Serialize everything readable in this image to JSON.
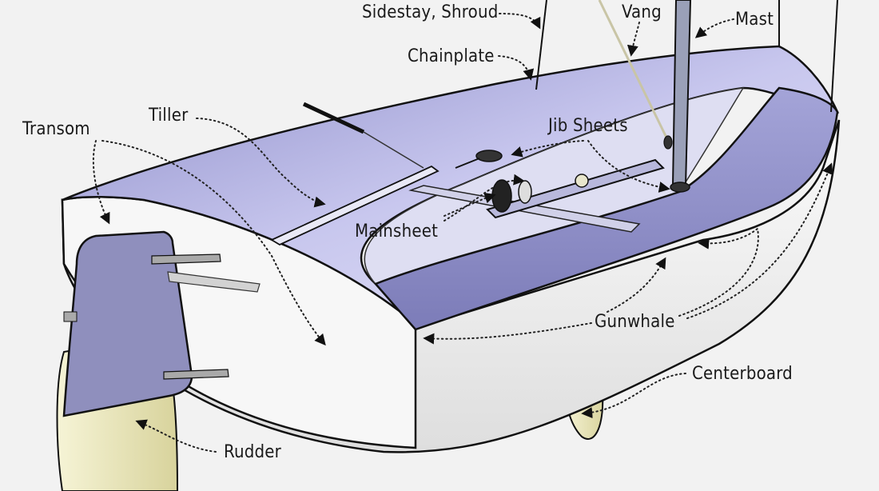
{
  "labels": {
    "sidestay": "Sidestay, Shroud",
    "vang": "Vang",
    "mast": "Mast",
    "chainplate": "Chainplate",
    "tiller": "Tiller",
    "transom": "Transom",
    "jib_sheets": "Jib Sheets",
    "mainsheet": "Mainsheet",
    "gunwhale": "Gunwhale",
    "centerboard": "Centerboard",
    "rudder": "Rudder"
  },
  "colors": {
    "background": "#f2f2f2",
    "deck": "#b9b8e3",
    "hull": "#eeeeee",
    "foil": "#ece9bd",
    "rudder_blade": "#8f8fbd",
    "outline": "#111111"
  }
}
